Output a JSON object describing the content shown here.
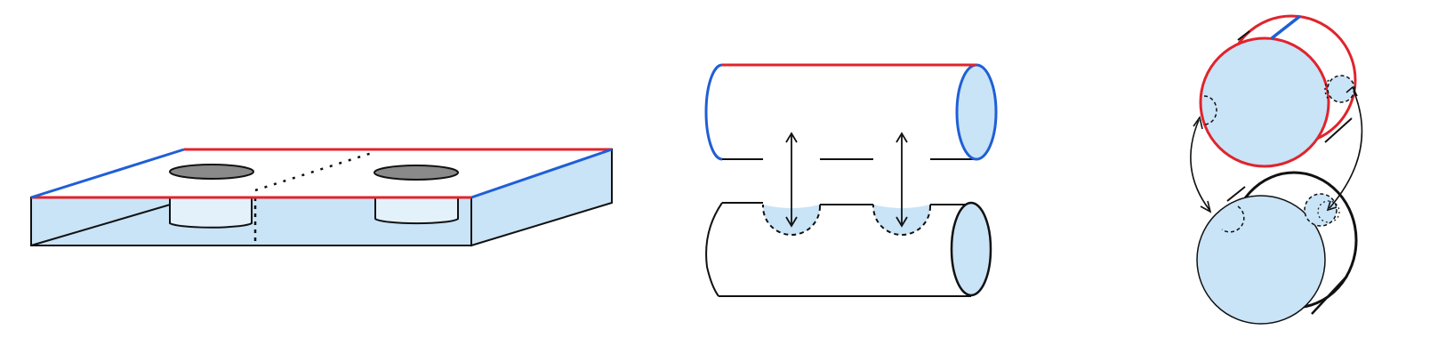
{
  "diagram": {
    "panels": [
      {
        "name": "slab-with-two-holes"
      },
      {
        "name": "two-cylinders-with-gluing-disks"
      },
      {
        "name": "two-stacked-cylinders"
      }
    ],
    "colors": {
      "fill": "#c9e3f7",
      "fill_light": "#e3f1fb",
      "hole_fill": "#8a8a8a",
      "red_edge": "#e0242c",
      "blue_edge": "#1f5fd6",
      "stroke": "#111111"
    }
  }
}
